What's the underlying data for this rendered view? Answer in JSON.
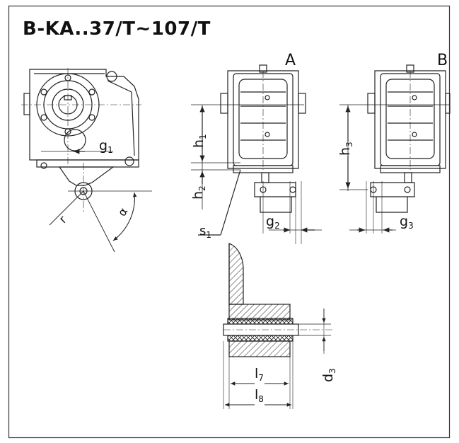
{
  "title": "B-KA..37/T~107/T",
  "views": {
    "a": "A",
    "b": "B"
  },
  "labels": {
    "g1": "g",
    "g1_sub": "1",
    "r": "r",
    "alpha": "α",
    "h1": "h",
    "h1_sub": "1",
    "h2": "h",
    "h2_sub": "2",
    "h3": "h",
    "h3_sub": "3",
    "s1": "s",
    "s1_sub": "1",
    "g2": "g",
    "g2_sub": "2",
    "g3": "g",
    "g3_sub": "3",
    "d3": "d",
    "d3_sub": "3",
    "l7": "l",
    "l7_sub": "7",
    "l8": "l",
    "l8_sub": "8"
  },
  "colors": {
    "line": "#222222",
    "frame": "#333333"
  }
}
